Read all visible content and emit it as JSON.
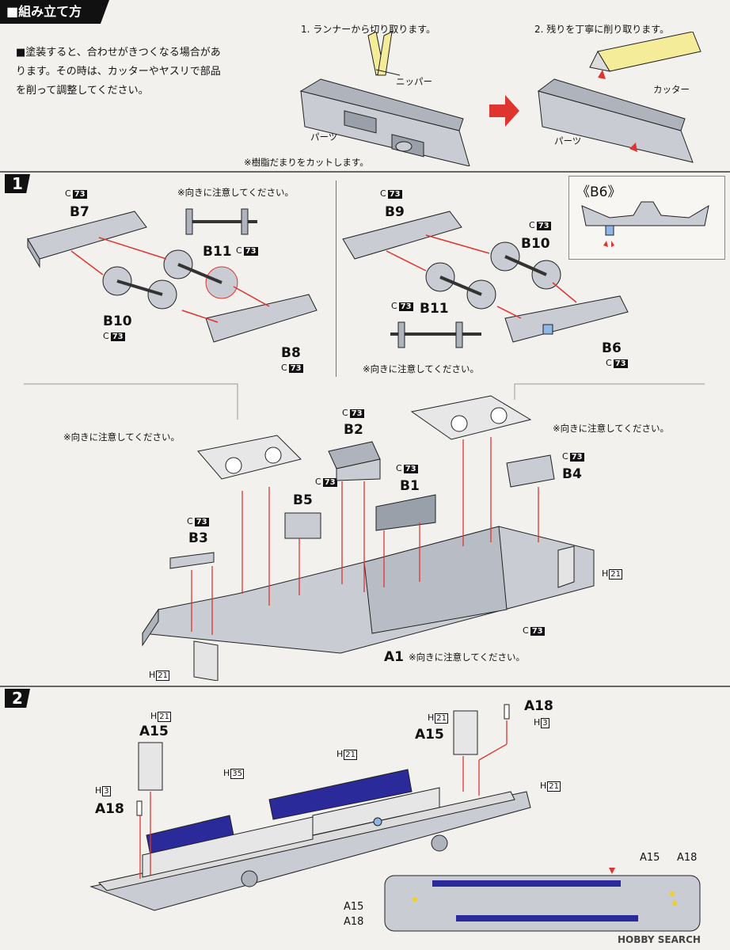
{
  "header": {
    "title": "■組み立て方"
  },
  "intro": {
    "line1": "■塗装すると、合わせがきつくなる場合があ",
    "line2": "ります。その時は、カッターやヤスリで部品",
    "line3": "を削って調整してください。"
  },
  "steps_top": {
    "step1": "1. ランナーから切り取ります。",
    "step2": "2. 残りを丁寧に削り取ります。",
    "nipper": "ニッパー",
    "cutter": "カッター",
    "part": "パーツ",
    "resin_note": "※樹脂だまりをカットします。"
  },
  "step1": {
    "number": "1",
    "caution": "※向きに注意してください。",
    "c_prefix": "C",
    "c_num": "73",
    "h_prefix": "H",
    "parts": {
      "B7": "B7",
      "B8": "B8",
      "B10": "B10",
      "B11": "B11",
      "B9": "B9",
      "B6": "B6",
      "B6_detail": "《B6》",
      "B2": "B2",
      "B1": "B1",
      "B4": "B4",
      "B5": "B5",
      "B3": "B3",
      "A1": "A1"
    },
    "h21": "21"
  },
  "step2": {
    "number": "2",
    "h_prefix": "H",
    "h21": "21",
    "h3": "3",
    "h35": "35",
    "A15": "A15",
    "A18": "A18"
  },
  "footer": {
    "watermark": "HOBBY SEARCH"
  },
  "colors": {
    "accent_red": "#e0342f",
    "gray_part": "#c9ccd2",
    "blue_seat": "#2a2a9a",
    "dark": "#111111"
  }
}
